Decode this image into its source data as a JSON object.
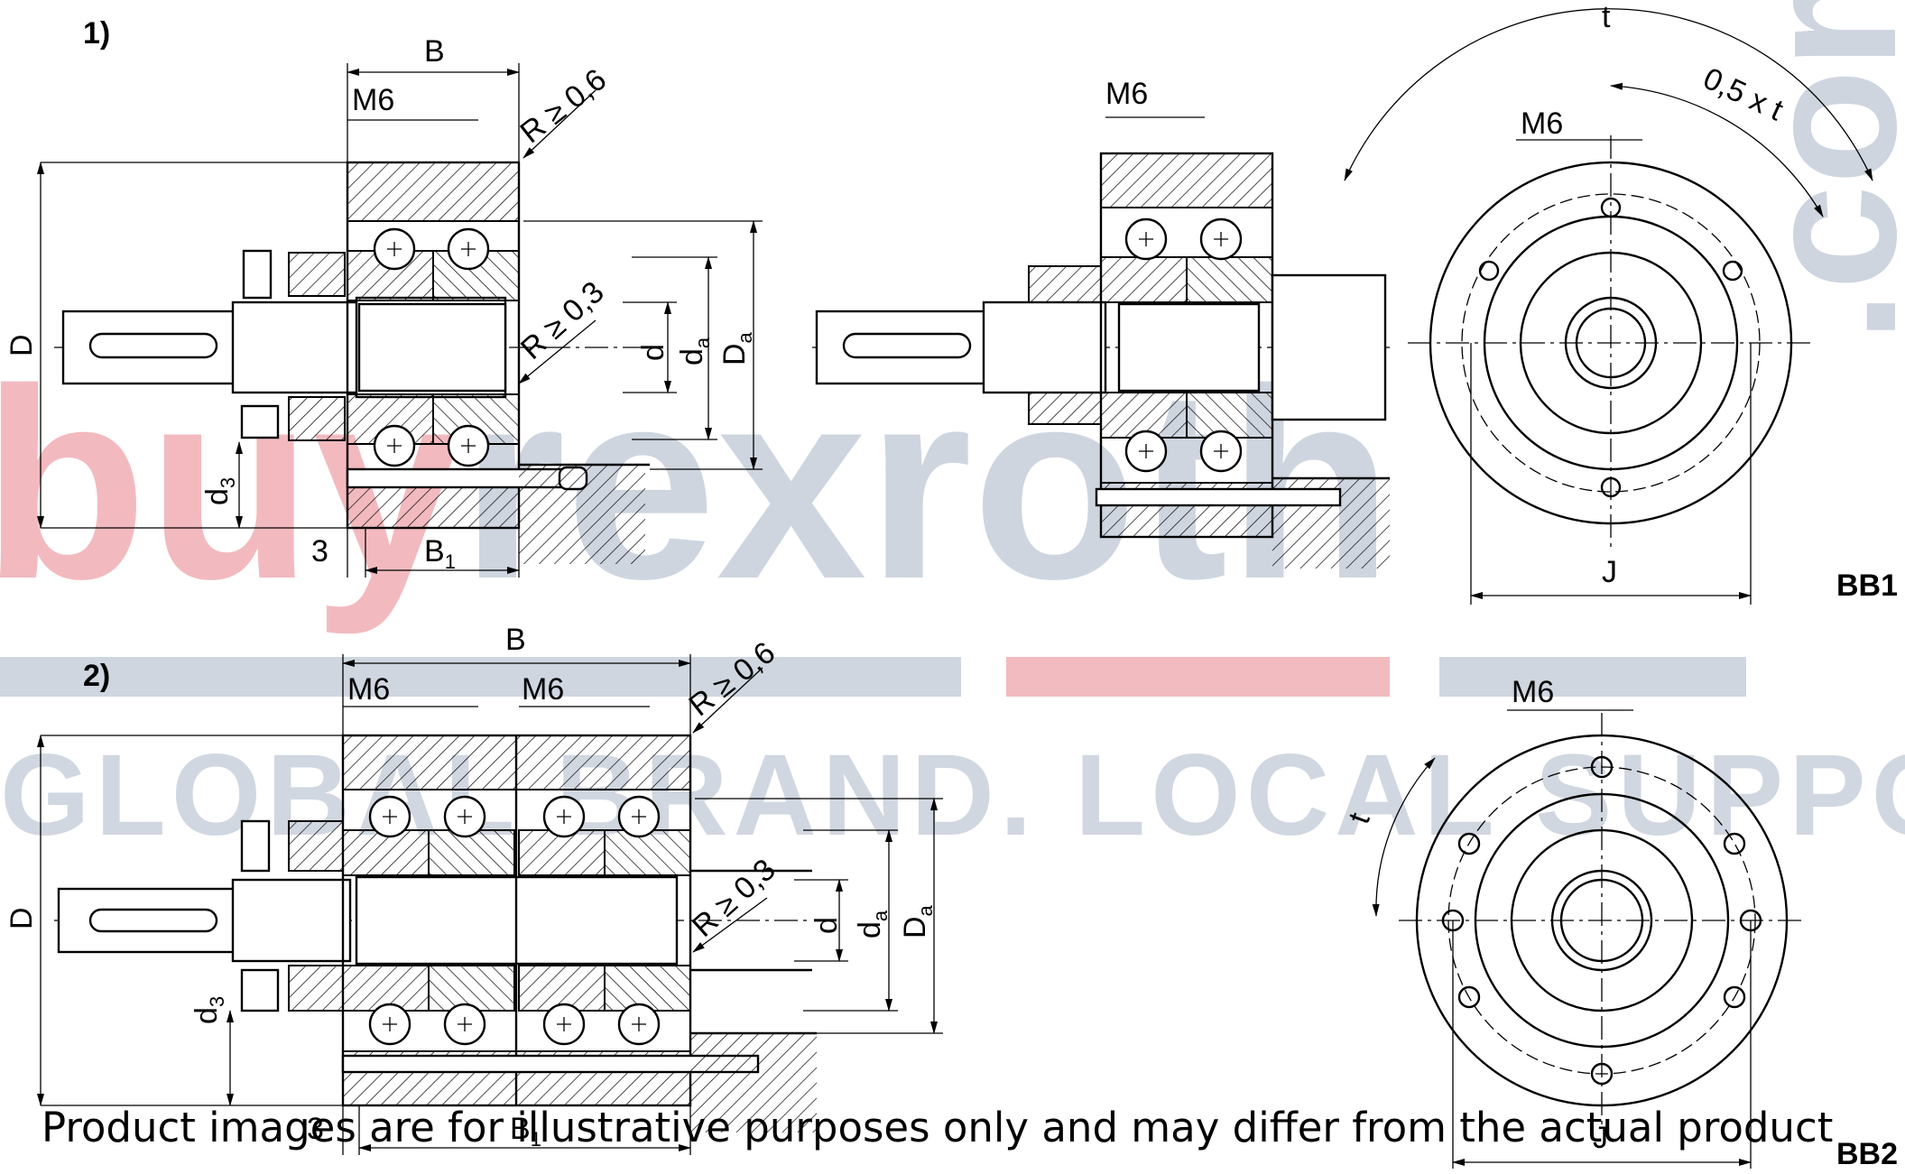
{
  "figure1": {
    "number": "1)",
    "labels": {
      "B": "B",
      "M6_left": "M6",
      "R06": "R ≥ 0,6",
      "R03": "R ≥ 0,3",
      "D": "D",
      "d": "d",
      "da": "d",
      "da_sub": "a",
      "Da": "D",
      "Da_sub": "a",
      "d3": "d",
      "d3_sub": "3",
      "three": "3",
      "B1": "B",
      "B1_sub": "1",
      "M6_middle": "M6",
      "M6_flange": "M6",
      "t": "t",
      "half_t": "0,5 x t",
      "J": "J"
    },
    "variant": "BB1"
  },
  "figure2": {
    "number": "2)",
    "labels": {
      "B": "B",
      "M6_a": "M6",
      "M6_b": "M6",
      "R06": "R ≥ 0,6",
      "R03": "R ≥ 0,3",
      "D": "D",
      "d": "d",
      "da": "d",
      "da_sub": "a",
      "Da": "D",
      "Da_sub": "a",
      "d3": "d",
      "d3_sub": "3",
      "three": "3",
      "B1": "B",
      "B1_sub": "1",
      "M6_flange": "M6",
      "t": "t",
      "J": "J"
    },
    "variant": "BB2"
  },
  "watermark": {
    "brand_a": "buy",
    "brand_b": "rexroth",
    "tld": ".com",
    "tagline": "GLOBAL BRAND. LOCAL SUPPORT"
  },
  "disclaimer": "Product images are for illustrative purposes only and may differ from the actual product",
  "colors": {
    "line": "#000000",
    "watermark_red": "#e8838b",
    "watermark_gray": "#8d9db4"
  }
}
